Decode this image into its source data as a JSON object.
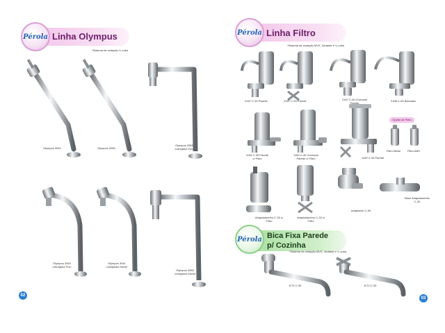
{
  "brand": {
    "logo_text": "Pérola"
  },
  "left_page": {
    "title": "Linha Olympus",
    "note": "*Sistema de vedação ¼ volta",
    "page_number": "02",
    "products": [
      {
        "label": "Olympus 3061"
      },
      {
        "label": "Olympus 3060"
      },
      {
        "label": "Olympus 3050 c/Arejador Fixo"
      },
      {
        "label": "Olympus 3040 c/Arejador Fixo"
      },
      {
        "label": "Olympus 3041 c/Arejador Móvel"
      },
      {
        "label": "Olympus 3050 c/Arejador Móvel"
      }
    ]
  },
  "right_page": {
    "page_number": "03",
    "filtro": {
      "title": "Linha Filtro",
      "note": "*Sistema de vedação MVS, Vedante e ¼ volta",
      "option_label": "Opção de Filtro",
      "products": [
        {
          "label": "2167 C-30 Parede"
        },
        {
          "label": "2167 C-33 Parede"
        },
        {
          "label": "2167 C-40 Cromado Parede"
        },
        {
          "label": "2168 C-50 Bancada"
        },
        {
          "label": "1159 C-30 Parede c/ Filtro"
        },
        {
          "label": "1159 C-40 Cromado Parede c/ Filtro"
        },
        {
          "label": "1159 C-33 Parede"
        },
        {
          "label": "Filtro Metal"
        },
        {
          "label": "Filtro ABS"
        },
        {
          "label": "Adaptadorinho C-30 c/ Filtro"
        },
        {
          "label": "Adaptadorinho C-33 c/ Filtro"
        },
        {
          "label": "Adaptador C-50"
        },
        {
          "label": "Base Adaptadorinho C-30"
        }
      ]
    },
    "bica": {
      "title_line1": "Bica Fixa Parede",
      "title_line2": "p/ Cozinha",
      "note": "*Sistema de vedação MVS, Vedante e ¼ volta",
      "products": [
        {
          "label": "1170 C-30"
        },
        {
          "label": "1170 C-33"
        }
      ]
    }
  }
}
